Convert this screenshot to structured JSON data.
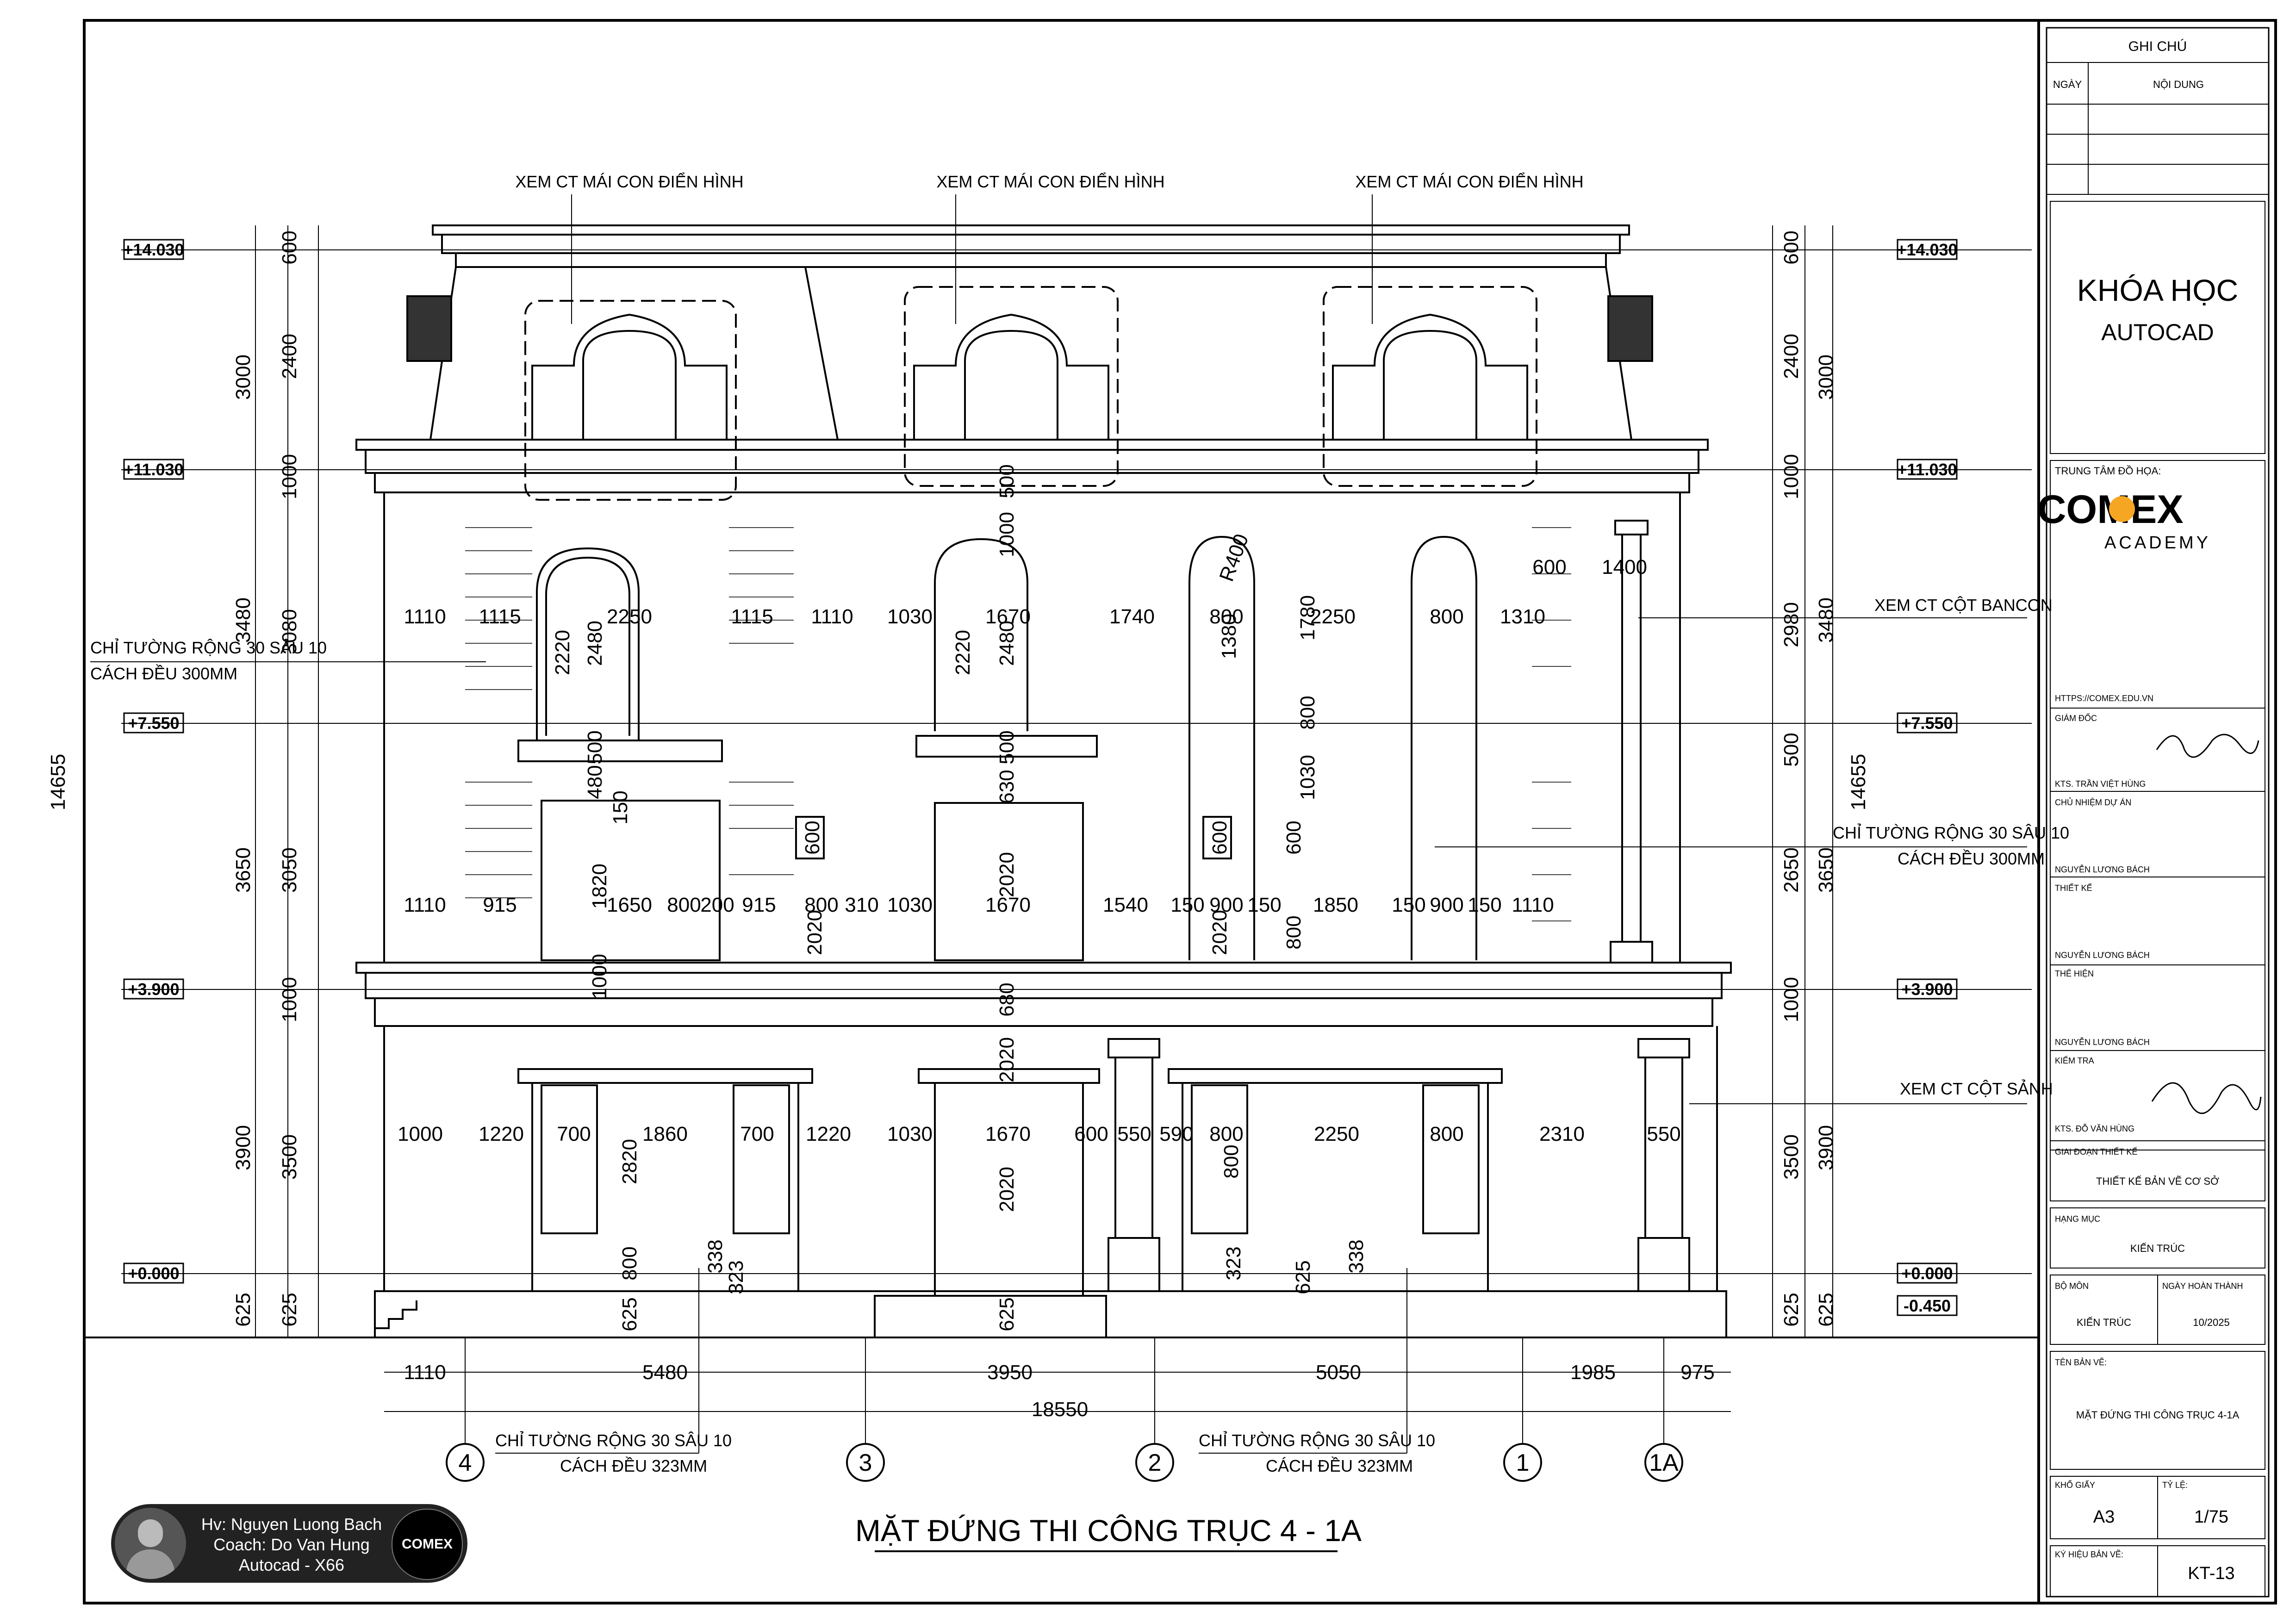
{
  "drawing_title": "MẶT ĐỨNG THI CÔNG TRỤC 4 - 1A",
  "callouts": {
    "roof_detail": "XEM CT MÁI CON ĐIỂN HÌNH",
    "bancon_col": "XEM CT CỘT BANCON",
    "lobby_col": "XEM CT CỘT SẢNH",
    "wall_groove_1": "CHỈ TƯỜNG RỘNG 30 SÂU 10",
    "wall_groove_1b": "CÁCH ĐỀU 300MM",
    "wall_groove_2": "CHỈ TƯỜNG RỘNG 30 SÂU 10",
    "wall_groove_2b": "CÁCH ĐỀU 323MM"
  },
  "levels": [
    "+14.030",
    "+11.030",
    "+7.550",
    "+3.900",
    "+0.000",
    "-0.450"
  ],
  "left_dims": {
    "outer": [
      "14655"
    ],
    "mid": [
      "3000",
      "3480",
      "3650",
      "3900"
    ],
    "inner": [
      "600",
      "2400",
      "1000",
      "3080",
      "3050",
      "1000",
      "3500",
      "625"
    ],
    "base": "625"
  },
  "right_dims": {
    "inner": [
      "600",
      "2400",
      "1000",
      "2980",
      "500",
      "2650",
      "1000",
      "3500",
      "625"
    ],
    "mid": [
      "3000",
      "3480",
      "3650",
      "3900",
      "625"
    ],
    "outer": "14655"
  },
  "row_dims": {
    "floor3": [
      "1110",
      "1115",
      "2250",
      "1115",
      "1110",
      "1030",
      "1670",
      "1740",
      "800",
      "2250",
      "800",
      "1310"
    ],
    "floor2": [
      "1110",
      "915",
      "1650",
      "800",
      "200",
      "915",
      "800",
      "310",
      "1030",
      "1670",
      "1540",
      "150",
      "900",
      "150",
      "1850",
      "150",
      "900",
      "150",
      "1110"
    ],
    "floor1": [
      "1000",
      "1220",
      "700",
      "1860",
      "700",
      "1220",
      "1030",
      "1670",
      "600",
      "550",
      "590",
      "800",
      "2250",
      "800",
      "2310",
      "550"
    ],
    "balcony": [
      "600",
      "1400"
    ]
  },
  "vert_dims": [
    "2220",
    "2480",
    "2220",
    "2480",
    "R400",
    "1380",
    "1780",
    "800",
    "1030",
    "600",
    "600",
    "600",
    "480",
    "500",
    "150",
    "630",
    "500",
    "1820",
    "2020",
    "2020",
    "2020",
    "800",
    "1000",
    "500",
    "1000",
    "680",
    "2020",
    "2820",
    "2020",
    "800",
    "800",
    "323",
    "338",
    "323",
    "338",
    "625",
    "625",
    "625"
  ],
  "bottom_dims": [
    "1110",
    "5480",
    "3950",
    "5050",
    "1985",
    "975"
  ],
  "total_width": "18550",
  "axes": [
    "4",
    "3",
    "2",
    "1",
    "1A"
  ],
  "title_block": {
    "notes": "GHI CHÚ",
    "date": "NGÀY",
    "content": "NỘI DUNG",
    "course_1": "KHÓA HỌC",
    "course_2": "AUTOCAD",
    "center": "TRUNG TÂM ĐỒ HỌA:",
    "logo": "COMEX",
    "logo_sub": "ACADEMY",
    "url": "HTTPS://COMEX.EDU.VN",
    "director": "GIÁM ĐỐC",
    "director_name": "KTS. TRẦN VIỆT HÙNG",
    "pm": "CHỦ NHIỆM DỰ ÁN",
    "pm_name": "NGUYỄN LƯƠNG BÁCH",
    "design": "THIẾT KẾ",
    "design_name": "NGUYỄN LƯƠNG BÁCH",
    "draw": "THỂ HIỆN",
    "draw_name": "NGUYỄN LƯƠNG BÁCH",
    "check": "KIỂM TRA",
    "check_name": "KTS. ĐỖ VĂN HÙNG",
    "phase": "GIAI ĐOẠN THIẾT KẾ",
    "phase_val": "THIẾT KẾ BẢN VẼ CƠ SỞ",
    "category": "HẠNG MỤC",
    "category_val": "KIẾN TRÚC",
    "dept": "BỘ MÔN",
    "dept_val": "KIẾN TRÚC",
    "done_date": "NGÀY HOÀN THÀNH",
    "done_date_val": "10/2025",
    "sheet_name": "TÊN BẢN VẼ:",
    "sheet_name_val": "MẶT ĐỨNG THI CÔNG TRỤC 4-1A",
    "paper": "KHỔ GIẤY",
    "paper_val": "A3",
    "scale": "TỶ LỆ:",
    "scale_val": "1/75",
    "code": "KÝ HIỆU BẢN VẼ:",
    "code_val": "KT-13"
  },
  "badge": {
    "line1": "Hv: Nguyen Luong Bach",
    "line2": "Coach: Do Van Hung",
    "line3": "Autocad - X66",
    "logo": "COMEX"
  },
  "colors": {
    "line": "#000000",
    "logo_dot": "#f5a623",
    "badge_bg": "#222222"
  }
}
